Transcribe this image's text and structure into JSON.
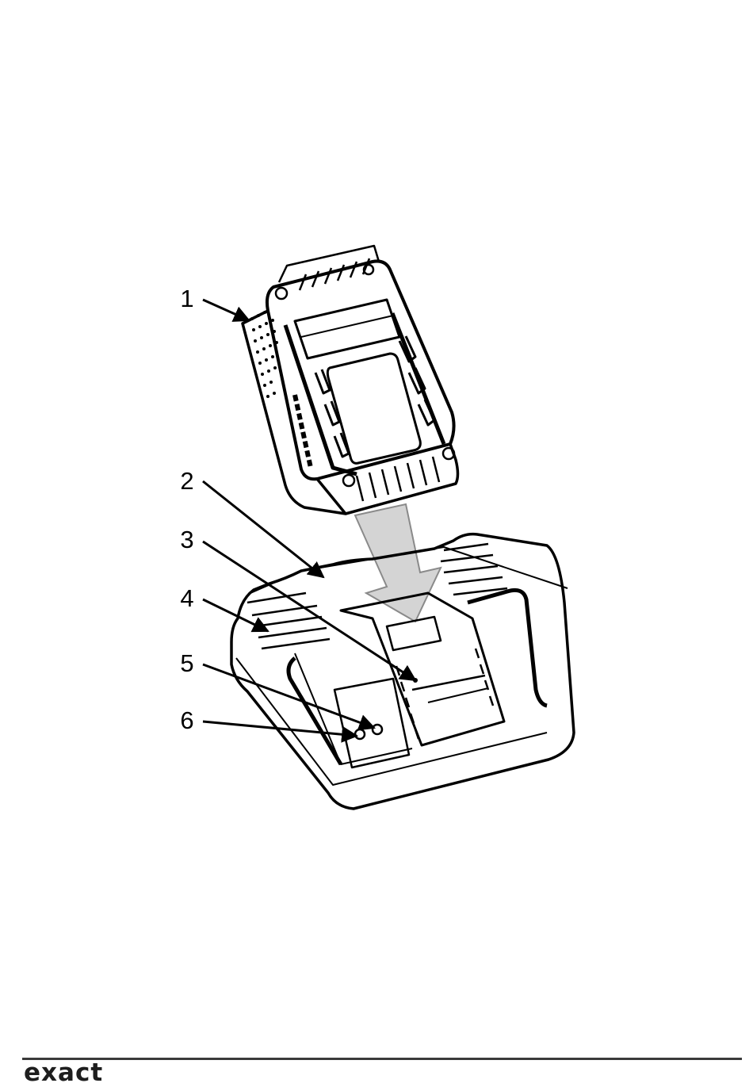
{
  "callouts": {
    "n1": "1",
    "n2": "2",
    "n3": "3",
    "n4": "4",
    "n5": "5",
    "n6": "6"
  },
  "footer": {
    "brand": "exact"
  },
  "colors": {
    "ink": "#000000",
    "arrow_fill": "#d4d4d4",
    "arrow_stroke": "#8a8a8a",
    "rule": "#3a3a3a"
  }
}
